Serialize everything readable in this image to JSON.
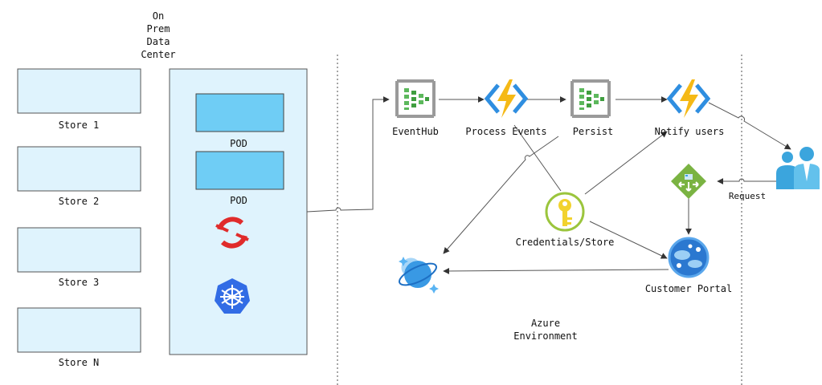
{
  "onprem": {
    "title_lines": [
      "On",
      "Prem",
      "Data",
      "Center"
    ],
    "pods": [
      "POD",
      "POD"
    ]
  },
  "stores": [
    "Store 1",
    "Store 2",
    "Store 3",
    "Store N"
  ],
  "azure": {
    "label_lines": [
      "Azure",
      "Environment"
    ],
    "nodes": {
      "eventhub": "EventHub",
      "process_events": "Process Events",
      "persist": "Persist",
      "notify_users": "Notify users",
      "credentials": "Credentials/Store",
      "customer_portal": "Customer Portal"
    },
    "request_label": "Request"
  },
  "colors": {
    "store_fill": "#dff3fd",
    "pod_fill": "#6fcdf5",
    "eventhub_green": "#5cb85c",
    "function_yellow": "#f5b916",
    "function_blue": "#2f8ee0",
    "keyvault_yellow": "#f2d22e",
    "openshift_red": "#e02b2b",
    "kubernetes_blue": "#326ce5",
    "cosmos_blue": "#3999e4",
    "user_blue": "#3ba5dd"
  },
  "icons": {
    "eventhub": "event-hub-icon",
    "function": "function-app-icon",
    "keyvault": "key-vault-icon",
    "portal": "app-service-icon",
    "gateway": "api-gateway-icon",
    "cosmos": "cosmos-db-icon",
    "user": "user-icon",
    "openshift": "openshift-icon",
    "kubernetes": "kubernetes-icon"
  }
}
